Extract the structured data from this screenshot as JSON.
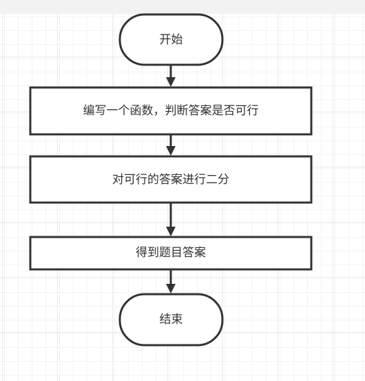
{
  "diagram": {
    "colors": {
      "stroke": "#333333",
      "grid_minor": "#e8e8e8",
      "grid_major": "#d4d4d4",
      "background": "#ffffff",
      "topbar": "#f2f2f2"
    },
    "nodes": [
      {
        "id": "start",
        "shape": "terminator",
        "label": "开始"
      },
      {
        "id": "step1",
        "shape": "process",
        "label": "编写一个函数，判断答案是否可行"
      },
      {
        "id": "step2",
        "shape": "process",
        "label": "对可行的答案进行二分"
      },
      {
        "id": "step3",
        "shape": "process",
        "label": "得到题目答案"
      },
      {
        "id": "end",
        "shape": "terminator",
        "label": "结束"
      }
    ],
    "edges": [
      {
        "from": "start",
        "to": "step1"
      },
      {
        "from": "step1",
        "to": "step2"
      },
      {
        "from": "step2",
        "to": "step3"
      },
      {
        "from": "step3",
        "to": "end"
      }
    ]
  }
}
